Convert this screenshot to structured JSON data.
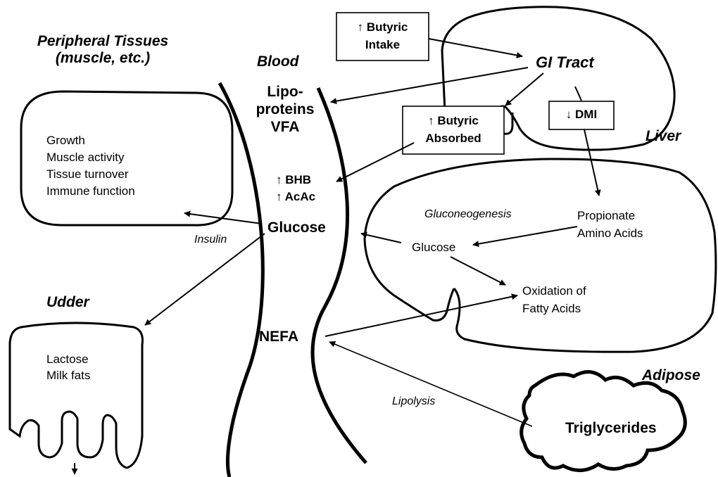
{
  "regions": {
    "peripheral_line1": "Peripheral Tissues",
    "peripheral_line2": "(muscle, etc.)",
    "blood": "Blood",
    "gi_tract": "GI Tract",
    "liver": "Liver",
    "udder": "Udder",
    "adipose": "Adipose"
  },
  "peripheral_functions": [
    "Growth",
    "Muscle activity",
    "Tissue turnover",
    "Immune function"
  ],
  "udder_items": [
    "Lactose",
    "Milk fats"
  ],
  "blood_items": {
    "lipoproteins_line1": "Lipo-",
    "lipoproteins_line2": "proteins",
    "vfa": "VFA",
    "bhb": "↑ BHB",
    "acac": "↑ AcAc",
    "glucose": "Glucose",
    "nefa": "NEFA"
  },
  "boxes": {
    "butyric_intake_line1": "↑ Butyric",
    "butyric_intake_line2": "Intake",
    "butyric_absorbed_line1": "↑ Butyric",
    "butyric_absorbed_line2": "Absorbed",
    "dmi": "↓ DMI"
  },
  "liver_items": {
    "gluconeogenesis": "Gluconeogenesis",
    "propionate": "Propionate",
    "amino_acids": "Amino Acids",
    "glucose": "Glucose",
    "oxidation_line1": "Oxidation of",
    "oxidation_line2": "Fatty Acids"
  },
  "adipose_items": {
    "triglycerides": "Triglycerides"
  },
  "processes": {
    "insulin": "Insulin",
    "lipolysis": "Lipolysis"
  }
}
